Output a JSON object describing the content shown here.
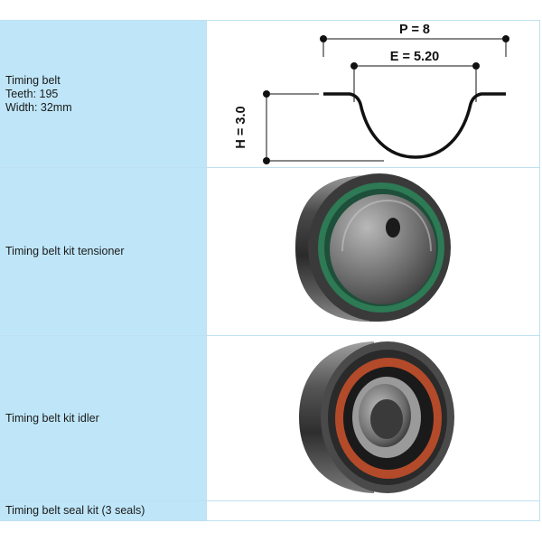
{
  "rows": [
    {
      "name": "Timing belt",
      "details": [
        "Teeth: 195",
        "Width: 32mm"
      ],
      "diagram": {
        "p_label": "P = 8",
        "e_label": "E = 5.20",
        "h_label": "H = 3.0"
      }
    },
    {
      "name": "Timing belt kit tensioner",
      "image": "tensioner-pulley"
    },
    {
      "name": "Timing belt kit idler",
      "image": "idler-pulley"
    },
    {
      "name": "Timing belt seal kit (3 seals)"
    }
  ],
  "colors": {
    "left_cell_bg": "#bfe6f8",
    "border": "#bfe0f0",
    "tensioner_seal": "#2d7a55",
    "idler_seal": "#b34a2a"
  }
}
